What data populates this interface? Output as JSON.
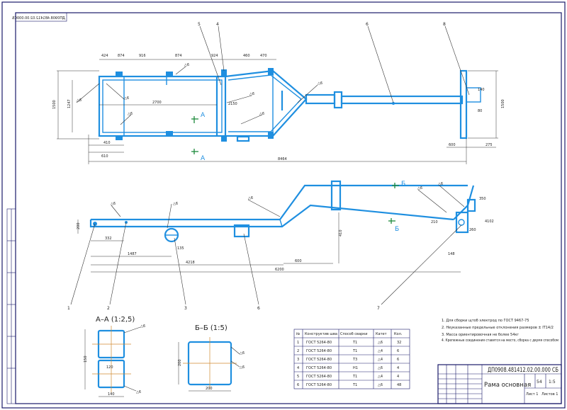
{
  "drawing_code_mirrored": "ДП0908.481412.02.00.000СБ",
  "views": {
    "section_aa": "А–А (1:2,5)",
    "section_bb": "Б–Б (1:5)",
    "cut_a": "А",
    "cut_b": "Б"
  },
  "position_labels": {
    "p1": "1",
    "p2": "2",
    "p3": "3",
    "p4": "4",
    "p5": "5",
    "p6": "6",
    "p7": "7",
    "p8": "8"
  },
  "dimensions": {
    "top_h1": "1500",
    "top_h2": "1247",
    "top_h3": "1500",
    "top_len": "2700",
    "top_total": "8464",
    "top_seg1": "424",
    "top_seg2": "874",
    "top_seg3": "916",
    "top_seg4": "874",
    "top_seg5": "924",
    "top_seg6": "460",
    "top_seg7": "470",
    "top_mid": "2150",
    "top_left1": "410",
    "top_left2": "610",
    "top_right1": "600",
    "top_right2": "275",
    "top_right3": "140",
    "top_right4": "80",
    "side_h1": "200",
    "side_h2": "410",
    "side_l1": "332",
    "side_l2": "1487",
    "side_l3": "4218",
    "side_l4": "6200",
    "side_l5": "600",
    "side_135": "135",
    "side_r1": "210",
    "side_r2": "350",
    "side_r3": "148",
    "side_r4": "260",
    "side_r5": "4102",
    "aa_w": "140",
    "aa_h": "150",
    "aa_inner": "120",
    "bb_w": "200",
    "bb_h": "200",
    "weld_note": "△6"
  },
  "notes": [
    "1. Для сборки щтоб электрод по ГОСТ 9467-75",
    "2. Неуказанные предельные отклонения размеров ± IT14/2",
    "3. Масса ориентировочная не более 54кг",
    "4. Крепежные соединения ставятся на место, сборка с двумя способом"
  ],
  "weld_table": {
    "headers": [
      "№",
      "Конструктив шва",
      "Способ сварки",
      "Катет",
      "Кол."
    ],
    "rows": [
      [
        "1",
        "ГОСТ 5264-80",
        "Т1",
        "△6",
        "32"
      ],
      [
        "2",
        "ГОСТ 5264-80",
        "Т1",
        "△4",
        "6"
      ],
      [
        "3",
        "ГОСТ 5264-80",
        "Т3",
        "△4",
        "6"
      ],
      [
        "4",
        "ГОСТ 5264-80",
        "Н1",
        "△6",
        "4"
      ],
      [
        "5",
        "ГОСТ 5264-80",
        "Т1",
        "△4",
        "4"
      ],
      [
        "6",
        "ГОСТ 5264-80",
        "Т1",
        "△6",
        "48"
      ]
    ]
  },
  "title_block": {
    "code": "ДП0908.481412.02.00.000 СБ",
    "name": "Рама основная",
    "scale": "1:5",
    "sheet": "Лист 1",
    "sheets": "Листов 1",
    "mass": "54"
  }
}
